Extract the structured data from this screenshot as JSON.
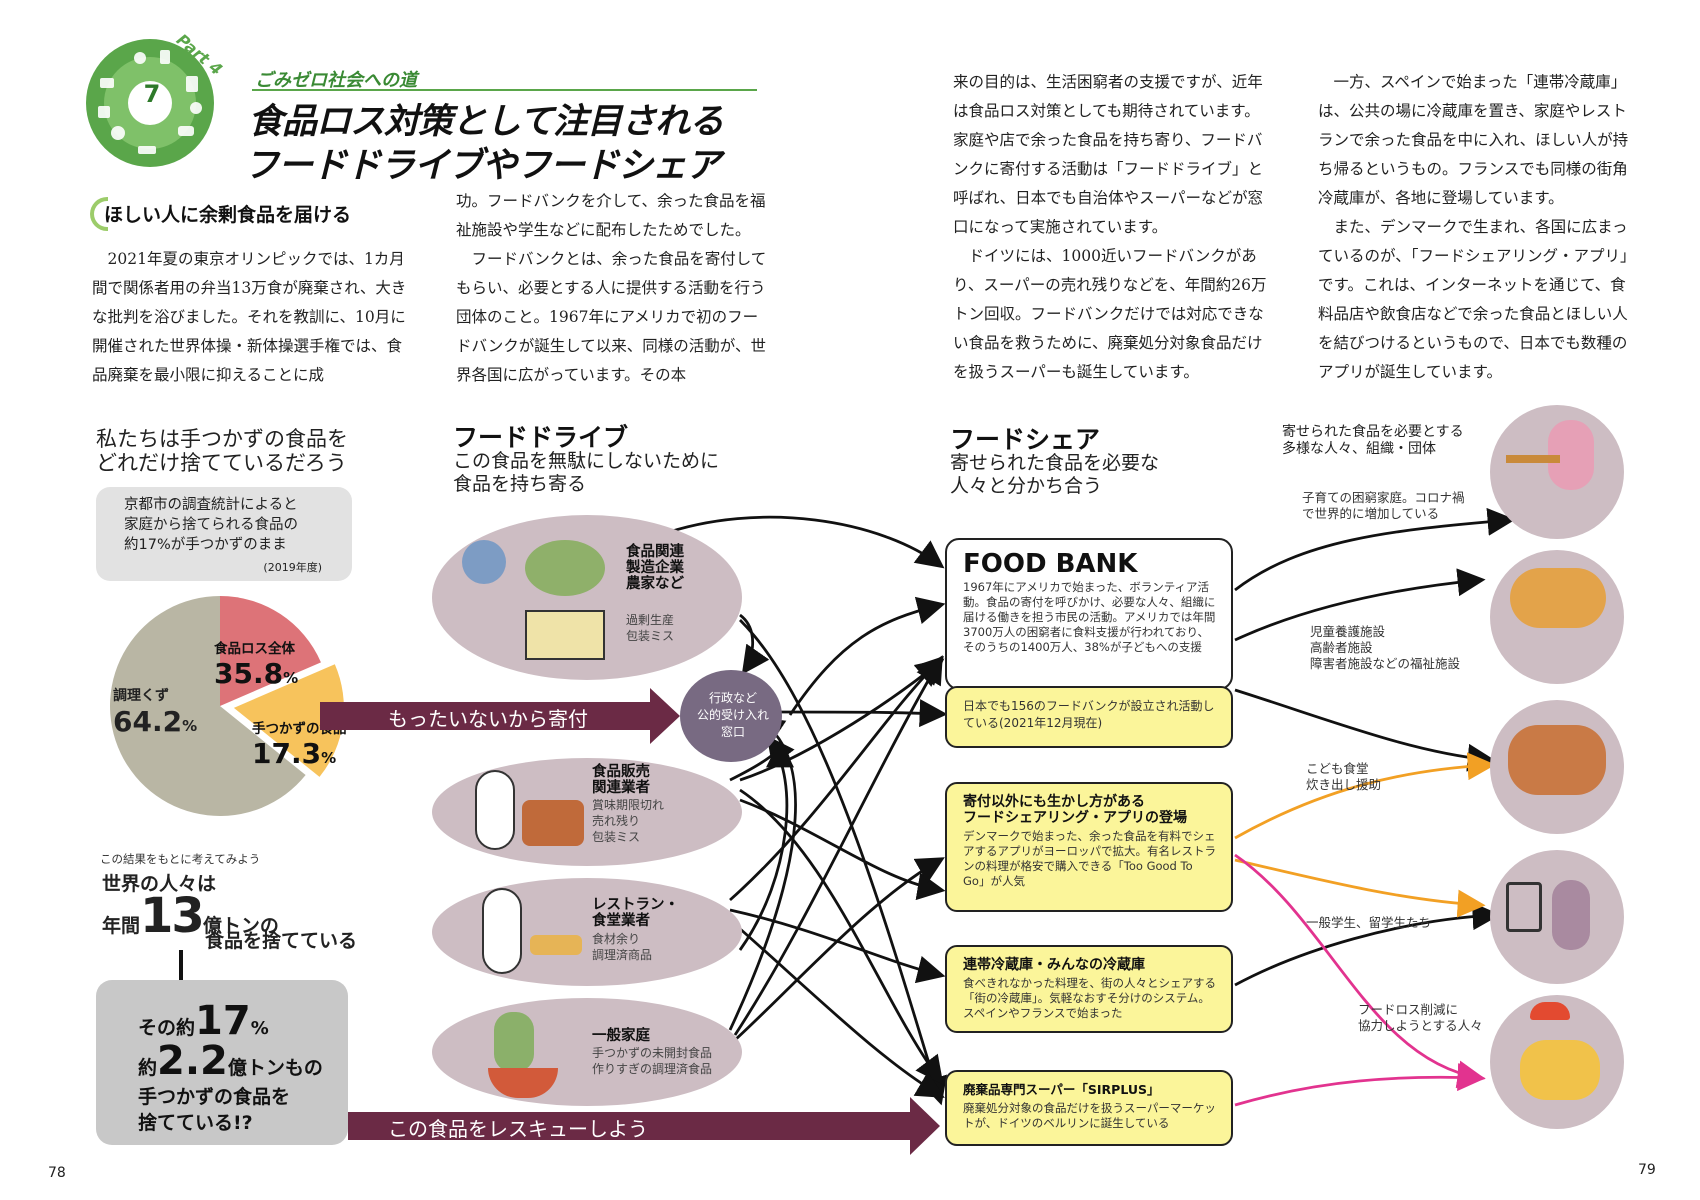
{
  "header": {
    "part": "Part 4",
    "chapter_number": "7",
    "kicker": "ごみゼロ社会への道",
    "title_line1": "食品ロス対策として注目される",
    "title_line2": "フードドライブやフードシェア"
  },
  "section1": {
    "heading": "ほしい人に余剰食品を届ける"
  },
  "columns": {
    "col1": "2021年夏の東京オリンピックでは、1カ月間で関係者用の弁当13万食が廃棄され、大きな批判を浴びました。それを教訓に、10月に開催された世界体操・新体操選手権では、食品廃棄を最小限に抑えることに成",
    "col2_p1": "功。フードバンクを介して、余った食品を福祉施設や学生などに配布したためでした。",
    "col2_p2": "フードバンクとは、余った食品を寄付してもらい、必要とする人に提供する活動を行う団体のこと。1967年にアメリカで初のフードバンクが誕生して以来、同様の活動が、世界各国に広がっています。その本",
    "col3_p1": "来の目的は、生活困窮者の支援ですが、近年は食品ロス対策としても期待されています。家庭や店で余った食品を持ち寄り、フードバンクに寄付する活動は「フードドライブ」と呼ばれ、日本でも自治体やスーパーなどが窓口になって実施されています。",
    "col3_p2": "ドイツには、1000近いフードバンクがあり、スーパーの売れ残りなどを、年間約26万トン回収。フードバンクだけでは対応できない食品を救うために、廃棄処分対象食品だけを扱うスーパーも誕生しています。",
    "col4_p1": "一方、スペインで始まった「連帯冷蔵庫」は、公共の場に冷蔵庫を置き、家庭やレストランで余った食品を中に入れ、ほしい人が持ち帰るというもの。フランスでも同様の街角冷蔵庫が、各地に登場しています。",
    "col4_p2": "また、デンマークで生まれ、各国に広まっているのが、「フードシェアリング・アプリ」です。これは、インターネットを通じて、食料品店や飲食店などで余った食品とほしい人を結びつけるというもので、日本でも数種のアプリが誕生しています。"
  },
  "left_panel": {
    "question_line1": "私たちは手つかずの食品を",
    "question_line2": "どれだけ捨てているだろう",
    "kyoto_line1": "京都市の調査統計によると",
    "kyoto_line2": "家庭から捨てられる食品の",
    "kyoto_line3": "約17%が手つかずのまま",
    "kyoto_year": "(2019年度)",
    "pie": {
      "slices": [
        {
          "label": "調理くず",
          "value": 64.2,
          "value_text": "64.2",
          "color": "#b9b6a4"
        },
        {
          "label": "食品ロス全体",
          "value": 35.8,
          "value_text": "35.8",
          "color": "#dd7378"
        },
        {
          "label": "手つかずの食品",
          "value": 17.3,
          "value_text": "17.3",
          "color": "#f7c35c"
        }
      ],
      "unit": "%"
    },
    "result_intro": "この結果をもとに考えてみよう",
    "world_line1": "世界の人々は",
    "world_prefix": "年間",
    "world_number": "13",
    "world_unit": "億トンの",
    "world_line3": "食品を捨てている",
    "gray_prefix": "その約",
    "gray_number1": "17",
    "gray_pct": "%",
    "gray_prefix2": "約",
    "gray_number2": "2.2",
    "gray_unit2": "億トンもの",
    "gray_line3": "手つかずの食品を",
    "gray_line4": "捨てている!?"
  },
  "arrows": {
    "donate": "もったいないから寄付",
    "rescue": "この食品をレスキューしよう"
  },
  "food_drive": {
    "title": "フードドライブ",
    "subtitle_line1": "この食品を無駄にしないために",
    "subtitle_line2": "食品を持ち寄る"
  },
  "sources": [
    {
      "label_lines": [
        "食品関連",
        "製造企業",
        "農家など"
      ],
      "sub_lines": [
        "過剰生産",
        "包装ミス"
      ]
    },
    {
      "label_lines": [
        "食品販売",
        "関連業者"
      ],
      "sub_lines": [
        "賞味期限切れ",
        "売れ残り",
        "包装ミス"
      ]
    },
    {
      "label_lines": [
        "レストラン・",
        "食堂業者"
      ],
      "sub_lines": [
        "食材余り",
        "調理済商品"
      ]
    },
    {
      "label_lines": [
        "一般家庭"
      ],
      "sub_lines": [
        "手つかずの未開封食品",
        "作りすぎの調理済食品"
      ]
    }
  ],
  "hub": {
    "lines": [
      "行政など",
      "公的受け入れ",
      "窓口"
    ]
  },
  "food_share": {
    "title": "フードシェア",
    "subtitle_line1": "寄せられた食品を必要な",
    "subtitle_line2": "人々と分かち合う"
  },
  "foodbank": {
    "title": "FOOD BANK",
    "text": "1967年にアメリカで始まった、ボランティア活動。食品の寄付を呼びかけ、必要な人々、組織に届ける働きを担う市民の活動。アメリカでは年間3700万人の困窮者に食料支援が行われており、そのうちの1400万人、38%が子どもへの支援",
    "japan_note": "日本でも156のフードバンクが設立され活動している(2021年12月現在)"
  },
  "boxes": [
    {
      "title_lines": [
        "寄付以外にも生かし方がある",
        "フードシェアリング・アプリの登場"
      ],
      "text": "デンマークで始まった、余った食品を有料でシェアするアプリがヨーロッパで拡大。有名レストランの料理が格安で購入できる「Too Good To Go」が人気"
    },
    {
      "title_lines": [
        "連帯冷蔵庫・みんなの冷蔵庫"
      ],
      "text": "食べきれなかった料理を、街の人々とシェアする「街の冷蔵庫」。気軽なおすそ分けのシステム。スペインやフランスで始まった"
    },
    {
      "title_lines": [
        "廃棄品専門スーパー「SIRPLUS」"
      ],
      "text": "廃棄処分対象の食品だけを扱うスーパーマーケットが、ドイツのベルリンに誕生している"
    }
  ],
  "recipients": {
    "heading_line1": "寄せられた食品を必要とする",
    "heading_line2": "多様な人々、組織・団体",
    "items": [
      {
        "lines": [
          "子育ての困窮家庭。コロナ禍",
          "で世界的に増加している"
        ]
      },
      {
        "lines": [
          "児童養護施設",
          "高齢者施設",
          "障害者施設などの福祉施設"
        ]
      },
      {
        "lines": [
          "こども食堂",
          "炊き出し援助"
        ]
      },
      {
        "lines": [
          "一般学生、留学生たち"
        ]
      },
      {
        "lines": [
          "フードロス削減に",
          "協力しようとする人々"
        ]
      }
    ]
  },
  "pages": {
    "left": "78",
    "right": "79"
  },
  "colors": {
    "accent_green": "#5aa64a",
    "arrow_maroon": "#6b2a45",
    "bubble_mauve": "#cdbdc3",
    "hub_purple": "#786a82",
    "box_yellow": "#fbf59a",
    "orange_arrow": "#f2a024",
    "pink_arrow": "#e2338f"
  }
}
